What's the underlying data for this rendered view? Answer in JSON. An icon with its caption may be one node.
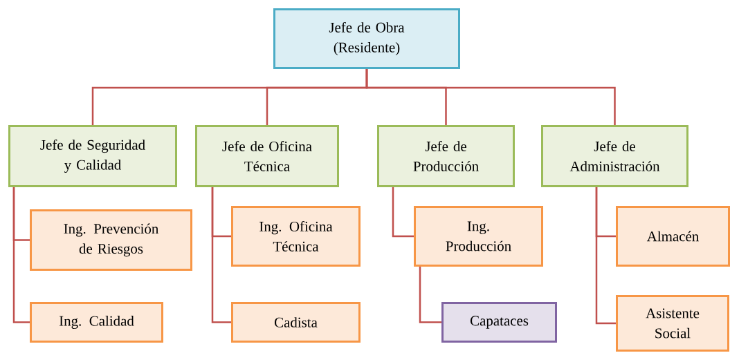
{
  "diagram": {
    "nodes": [
      {
        "text": [
          "Jefe de Obra (Residente)"
        ]
      },
      {
        "text": [
          "Jefe de Seguridad y Calidad"
        ]
      },
      {
        "text": [
          "Jefe de Oficina Técnica"
        ]
      },
      {
        "text": [
          "Jefe de Producción"
        ]
      },
      {
        "text": [
          "Jefe de Administración"
        ]
      },
      {
        "text": [
          "Ing. Prevención de Riesgos"
        ]
      },
      {
        "text": [
          "Ing. Calidad"
        ]
      },
      {
        "text": [
          "Ing. Oficina Técnica"
        ]
      },
      {
        "text": [
          "Cadista"
        ]
      },
      {
        "text": [
          "Ing. Producción"
        ]
      },
      {
        "text": [
          "Capataces"
        ]
      },
      {
        "text": [
          "Almacén"
        ]
      },
      {
        "text": [
          "Asistente Social"
        ]
      }
    ],
    "edges": [
      {
        "from": 0,
        "to": 1,
        "arrow": "none"
      },
      {
        "from": 0,
        "to": 2,
        "arrow": "none"
      },
      {
        "from": 0,
        "to": 3,
        "arrow": "none"
      },
      {
        "from": 0,
        "to": 4,
        "arrow": "none"
      },
      {
        "from": 1,
        "to": 5,
        "arrow": "none"
      },
      {
        "from": 1,
        "to": 6,
        "arrow": "none"
      },
      {
        "from": 2,
        "to": 7,
        "arrow": "none"
      },
      {
        "from": 2,
        "to": 8,
        "arrow": "none"
      },
      {
        "from": 3,
        "to": 9,
        "arrow": "none"
      },
      {
        "from": 9,
        "to": 10,
        "arrow": "none"
      },
      {
        "from": 4,
        "to": 11,
        "arrow": "none"
      },
      {
        "from": 4,
        "to": 12,
        "arrow": "none"
      }
    ]
  }
}
